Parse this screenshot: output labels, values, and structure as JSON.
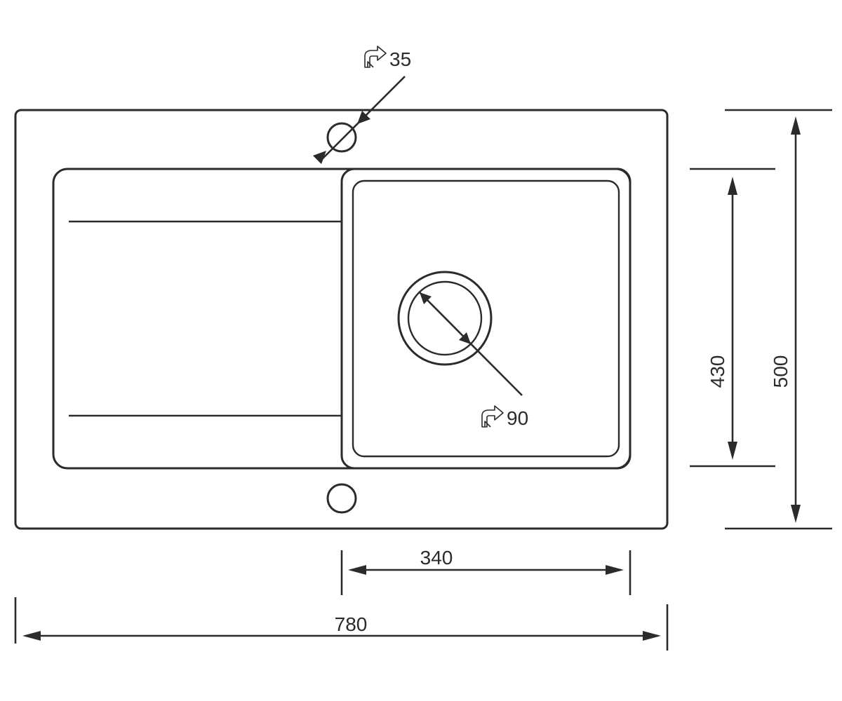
{
  "dimensions": {
    "tap_hole_diameter": "35",
    "waste_diameter": "90",
    "total_width": "780",
    "bowl_width": "340",
    "total_depth": "500",
    "bowl_depth": "430"
  },
  "icons": {
    "diameter_symbol": "diameter-arrow-icon"
  },
  "colors": {
    "line": "#2b2b2b",
    "background": "#ffffff"
  }
}
